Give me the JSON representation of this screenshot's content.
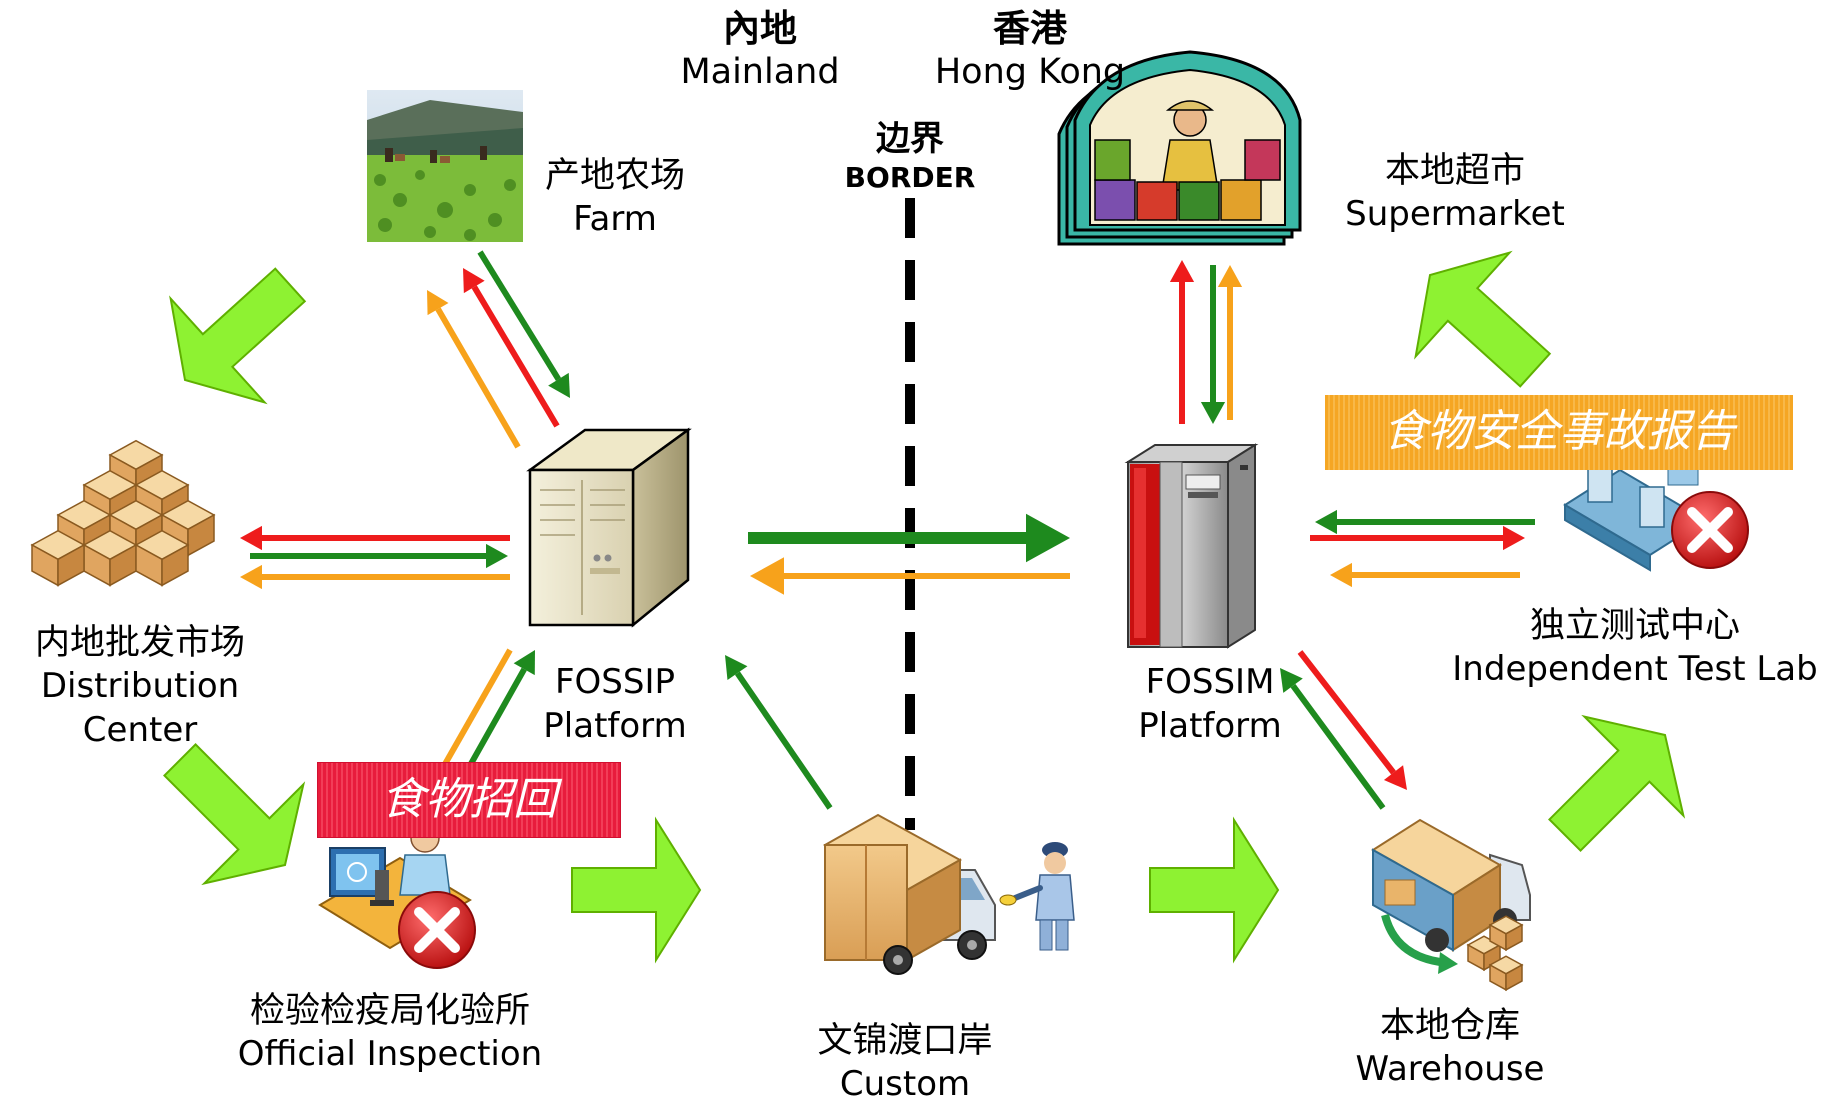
{
  "regions": {
    "mainland": {
      "zh": "內地",
      "en": "Mainland"
    },
    "hongkong": {
      "zh": "香港",
      "en": "Hong Kong"
    },
    "border": {
      "zh": "边界",
      "en": "BORDER"
    }
  },
  "nodes": {
    "farm": {
      "zh": "产地农场",
      "en": "Farm"
    },
    "supermarket": {
      "zh": "本地超市",
      "en": "Supermarket"
    },
    "distribution": {
      "zh": "内地批发市场",
      "en1": "Distribution",
      "en2": "Center"
    },
    "fossip": {
      "en1": "FOSSIP",
      "en2": "Platform"
    },
    "fossim": {
      "en1": "FOSSIM",
      "en2": "Platform"
    },
    "testlab": {
      "zh": "独立测试中心",
      "en": "Independent Test Lab"
    },
    "inspection": {
      "zh": "检验检疫局化验所",
      "en": "Official Inspection"
    },
    "custom": {
      "zh": "文锦渡口岸",
      "en": "Custom"
    },
    "warehouse": {
      "zh": "本地仓库",
      "en": "Warehouse"
    }
  },
  "banners": {
    "recall": "食物招回",
    "incident": "食物安全事故报告"
  },
  "colors": {
    "green": "#1e8a1e",
    "red": "#ee1c1c",
    "orange": "#f7a21b",
    "flow_fill": "#8ef232",
    "flow_stroke": "#5fb000"
  }
}
